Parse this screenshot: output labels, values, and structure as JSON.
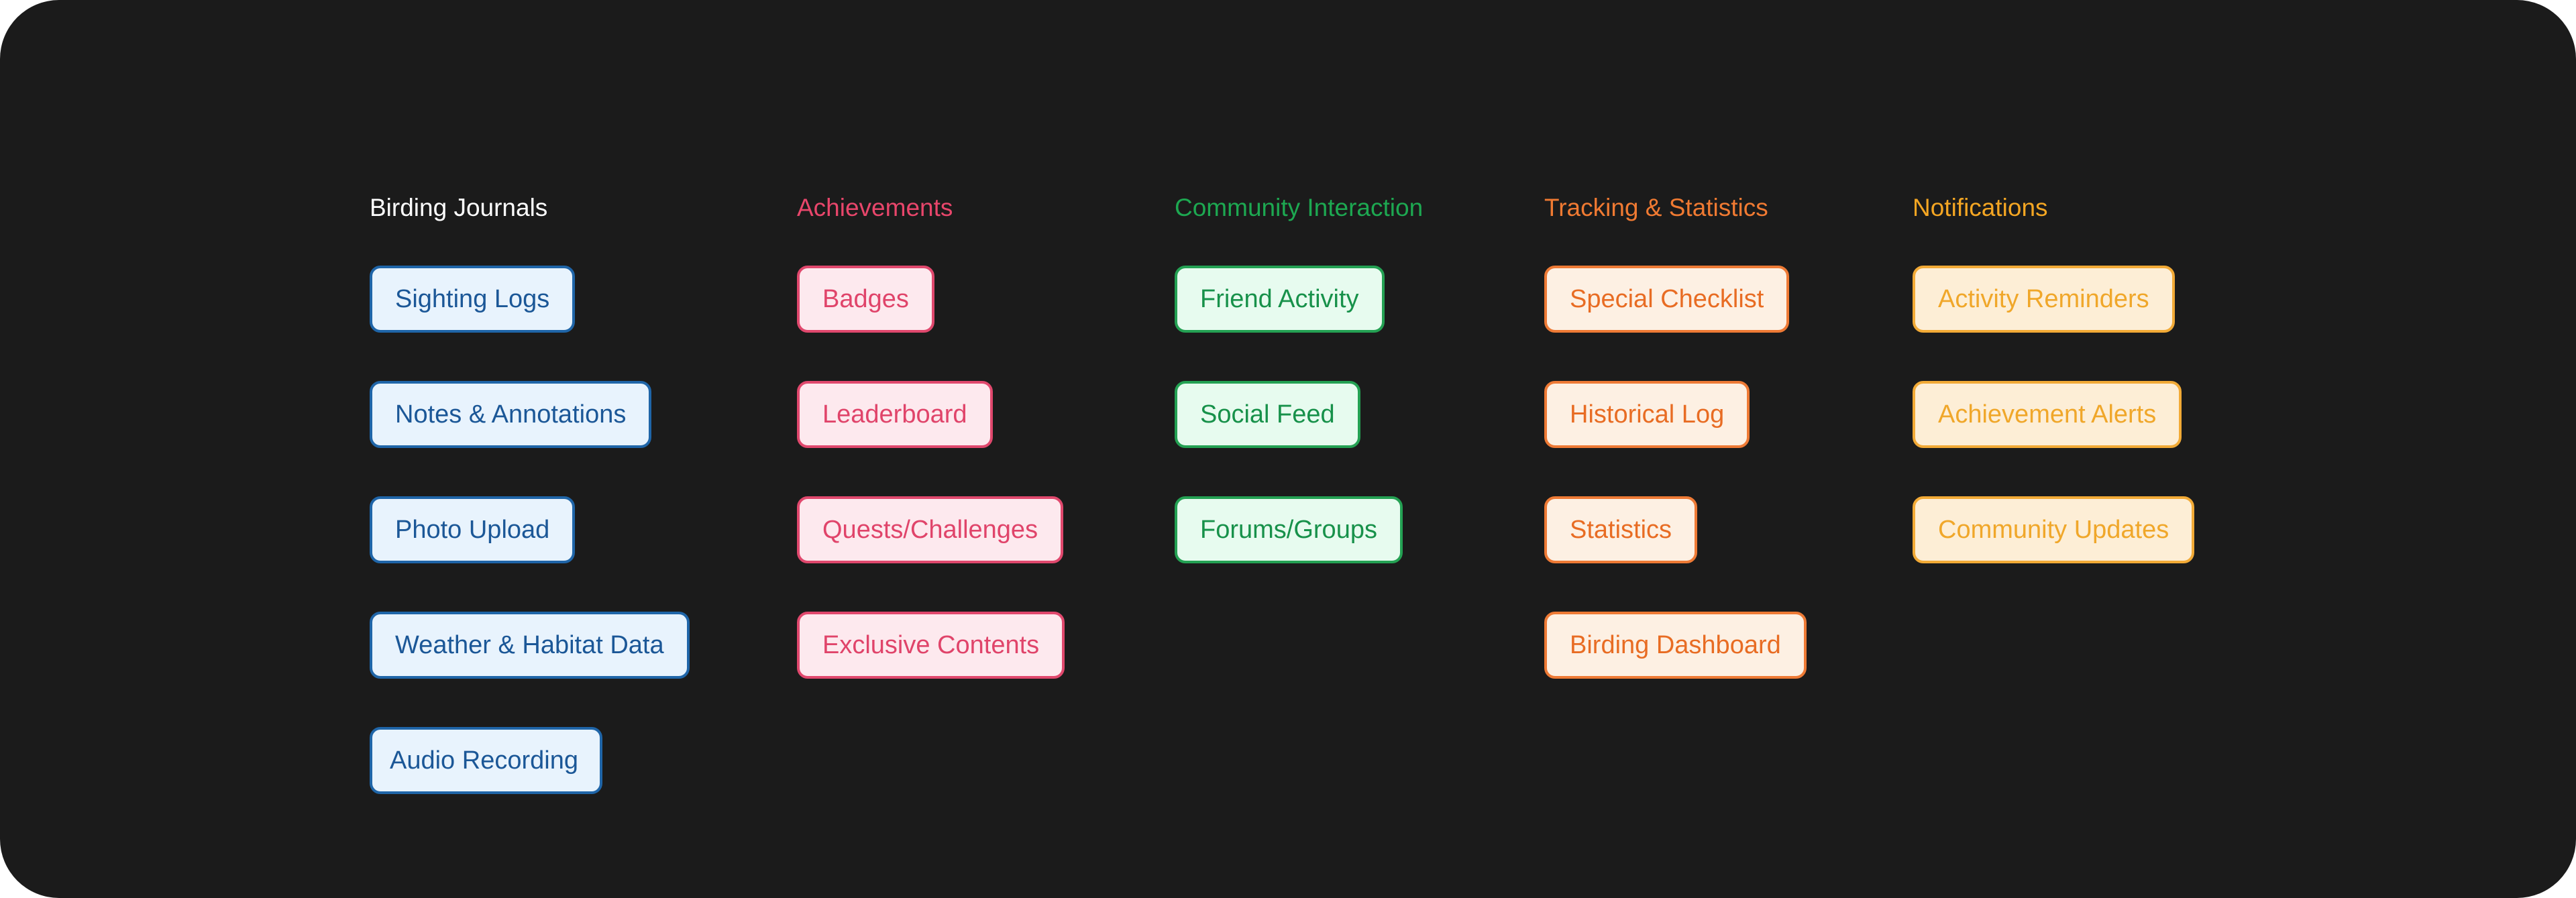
{
  "columns": [
    {
      "title": "Birding Journals",
      "title_color": "#ffffff",
      "chip_bg": "#e8f3fd",
      "chip_border": "#1f65a8",
      "chip_text": "#1b5797",
      "items": [
        "Sighting Logs",
        "Notes & Annotations",
        "Photo Upload",
        "Weather & Habitat Data",
        "Audio Recording"
      ]
    },
    {
      "title": "Achievements",
      "title_color": "#e8466b",
      "chip_bg": "#fde9ee",
      "chip_border": "#e0486d",
      "chip_text": "#e0446a",
      "items": [
        "Badges",
        "Leaderboard",
        "Quests/Challenges",
        "Exclusive Contents"
      ]
    },
    {
      "title": "Community Interaction",
      "title_color": "#1da851",
      "chip_bg": "#e7fbef",
      "chip_border": "#24a153",
      "chip_text": "#17914a",
      "items": [
        "Friend Activity",
        "Social Feed",
        "Forums/Groups"
      ]
    },
    {
      "title": "Tracking & Statistics",
      "title_color": "#f07a32",
      "chip_bg": "#fdf0e3",
      "chip_border": "#ee7a35",
      "chip_text": "#e86c23",
      "items": [
        "Special Checklist",
        "Historical Log",
        "Statistics",
        "Birding Dashboard"
      ]
    },
    {
      "title": "Notifications",
      "title_color": "#f4a623",
      "chip_bg": "#fdeed6",
      "chip_border": "#f2aa36",
      "chip_text": "#f0a72a",
      "items": [
        "Activity Reminders",
        "Achievement Alerts",
        "Community Updates"
      ]
    }
  ]
}
